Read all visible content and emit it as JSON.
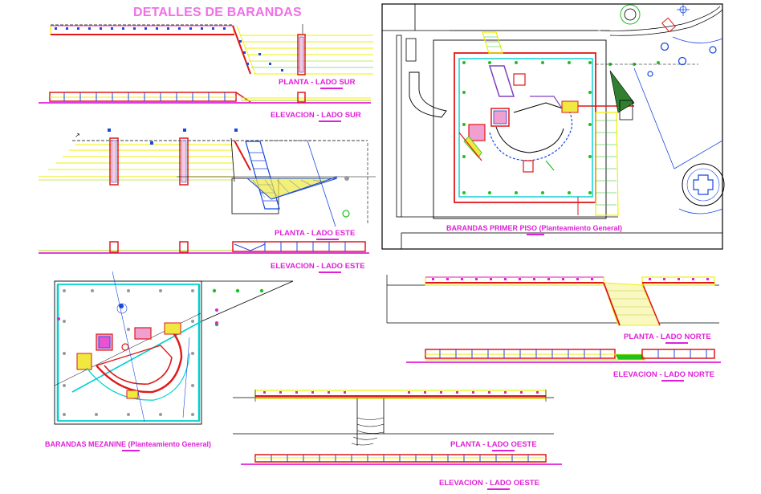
{
  "sheet": {
    "title": "DETALLES DE BARANDAS",
    "labels": {
      "planta_sur": "PLANTA - LADO SUR",
      "elevacion_sur": "ELEVACION - LADO SUR",
      "planta_este": "PLANTA - LADO ESTE",
      "elevacion_este": "ELEVACION - LADO ESTE",
      "primer_piso": "BARANDAS PRIMER PISO (Planteamiento General)",
      "planta_norte": "PLANTA - LADO NORTE",
      "elevacion_norte": "ELEVACION - LADO NORTE",
      "mezanine": "BARANDAS MEZANINE (Planteamiento General)",
      "planta_oeste": "PLANTA - LADO OESTE",
      "elevacion_oeste": "ELEVACION - LADO OESTE"
    }
  },
  "colors": {
    "magenta": "#e020d8",
    "title": "#f070e8",
    "red": "#e01818",
    "yellow": "#f0f000",
    "green": "#20c020",
    "cyan": "#00d0d0",
    "blue": "#1848e0",
    "black": "#000000",
    "purple": "#8040c0",
    "orange": "#f09020"
  }
}
